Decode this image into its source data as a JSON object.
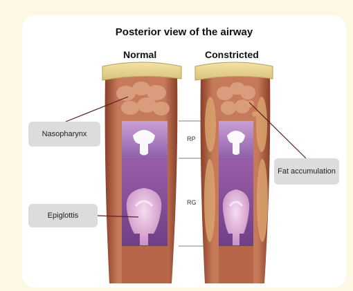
{
  "figure": {
    "title": "Posterior view of the airway",
    "panels": [
      {
        "label": "Normal"
      },
      {
        "label": "Constricted"
      }
    ],
    "callouts": {
      "nasopharynx": "Nasopharynx",
      "epiglottis": "Epiglottis",
      "fat": "Fat accumulation"
    },
    "regions": {
      "rp": "RP",
      "rg": "RG"
    }
  },
  "colors": {
    "background": "#fdf8e4",
    "card": "#ffffff",
    "tissue": "#b5684a",
    "bone": "#eddc97",
    "airway_purple": "#9b6fb3",
    "epiglottis": "#e8bfe3",
    "fat": "#d9a36e"
  }
}
